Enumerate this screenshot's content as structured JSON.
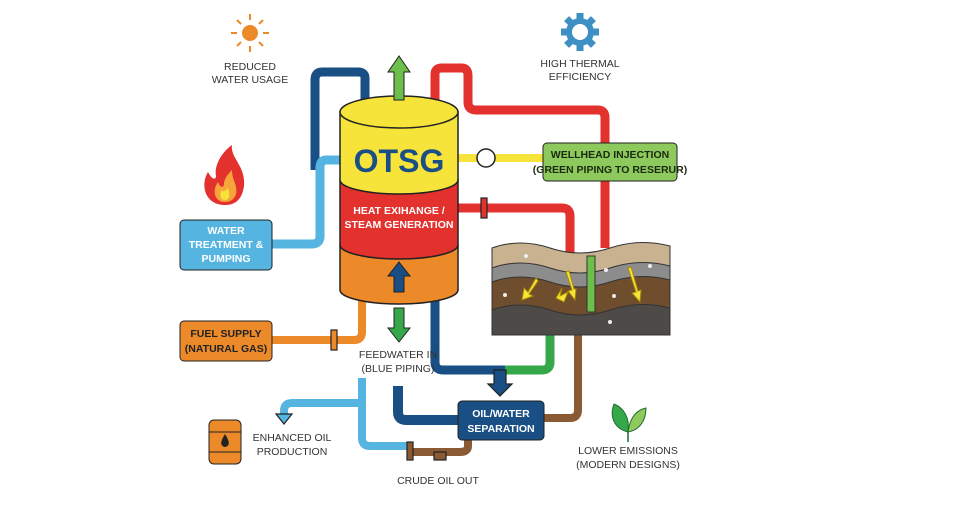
{
  "tank": {
    "title": "OTSG",
    "middle_line1": "HEAT EXIHANGE /",
    "middle_line2": "STEAM GENERATION"
  },
  "benefits": {
    "water": {
      "line1": "REDUCED",
      "line2": "WATER USAGE",
      "icon": "sun-icon"
    },
    "thermal": {
      "line1": "HIGH THERMAL",
      "line2": "EFFICIENCY",
      "icon": "gear-icon"
    },
    "emissions": {
      "line1": "LOWER EMISSIONS",
      "line2": "(MODERN DESIGNS)",
      "icon": "leaf-icon"
    },
    "eor": {
      "line1": "ENHANCED OIL",
      "line2": "PRODUCTION",
      "icon": "oil-barrel-icon"
    }
  },
  "boxes": {
    "water_treatment": {
      "line1": "WATER",
      "line2": "TREATMENT &",
      "line3": "PUMPING"
    },
    "fuel": {
      "line1": "FUEL SUPPLY",
      "line2": "(NATURAL GAS)"
    },
    "wellhead": {
      "line1": "WELLHEAD INJECTION",
      "line2": "(GREEN PIPING TO RESERUR)"
    },
    "separation": {
      "line1": "OIL/WATER",
      "line2": "SEPARATION"
    }
  },
  "labels": {
    "feedwater_line1": "FEEDWATER IN",
    "feedwater_line2": "(BLUE PIPING)",
    "crude": "CRUDE OIL OUT"
  },
  "colors": {
    "dark_blue": "#1a4f85",
    "light_blue": "#56b4e0",
    "red": "#e3312d",
    "yellow": "#f7e43a",
    "orange": "#ec8a2a",
    "green": "#6cbf4a",
    "brown": "#8a5a35",
    "wellhead_box": "#8dc95c"
  }
}
